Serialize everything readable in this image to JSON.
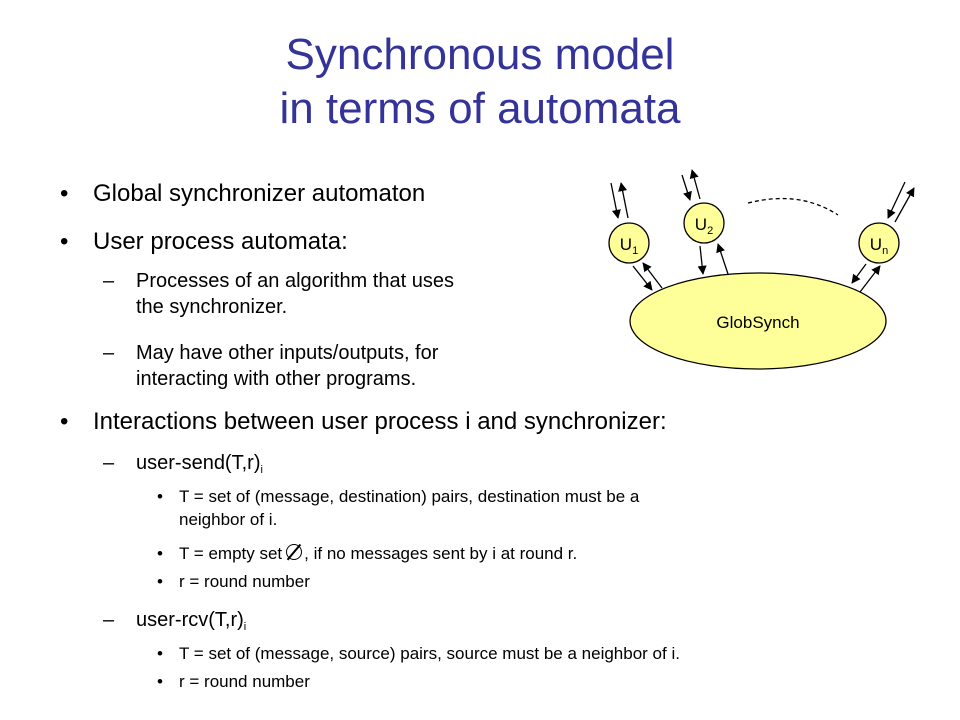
{
  "slide": {
    "title_line1": "Synchronous model",
    "title_line2": "in terms of automata",
    "bullets": {
      "b1": "Global synchronizer automaton",
      "b2": "User process automata:",
      "b2_sub1_line1": "Processes of an algorithm that uses",
      "b2_sub1_line2": "the synchronizer.",
      "b2_sub2_line1": "May have other inputs/outputs, for",
      "b2_sub2_line2": "interacting with other programs.",
      "b3": "Interactions between user process i and synchronizer:",
      "send_label": "user-send(T,r)",
      "send_sub": "i",
      "send_p1_line1": "T = set of (message, destination) pairs, destination must be a",
      "send_p1_line2": "neighbor of i.",
      "send_p2_before": "T = empty set",
      "send_p2_after": ", if no messages sent by i at round r.",
      "send_p3": "r = round number",
      "rcv_label": "user-rcv(T,r)",
      "rcv_sub": "i",
      "rcv_p1": "T = set of (message, source) pairs, source must be a neighbor of i.",
      "rcv_p2": "r = round number"
    },
    "markers": {
      "bullet": "•",
      "dash": "–"
    }
  },
  "diagram": {
    "globsynch_label": "GlobSynch",
    "nodes": [
      {
        "label": "U",
        "sub": "1"
      },
      {
        "label": "U",
        "sub": "2"
      },
      {
        "label": "U",
        "sub": "n"
      }
    ],
    "colors": {
      "node_fill": "#ffff99",
      "title": "#33339a"
    }
  }
}
